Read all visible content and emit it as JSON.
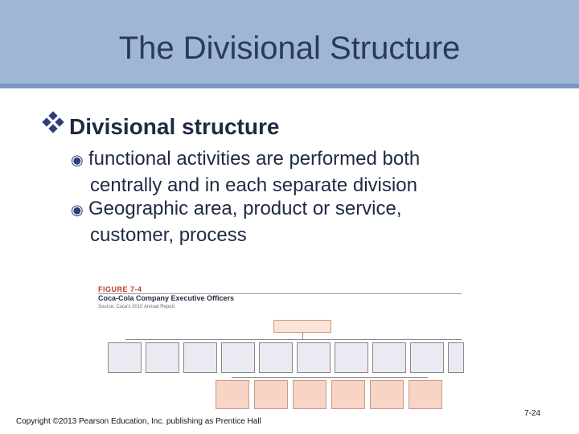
{
  "slide": {
    "title": "The Divisional Structure",
    "bullet": "Divisional structure",
    "sub_bullets": [
      {
        "line1": "functional activities are performed both",
        "line2": "centrally and in each separate division"
      },
      {
        "line1": "Geographic area, product or service,",
        "line2": "customer, process"
      }
    ]
  },
  "figure": {
    "label": "FIGURE 7-4",
    "heading": "Coca-Cola Company Executive Officers",
    "source": "Source: Coca's 2010 Annual Report"
  },
  "footer": {
    "copyright": "Copyright ©2013 Pearson Education, Inc. publishing as Prentice Hall",
    "page": "7-24"
  },
  "colors": {
    "title_band": "#9fb6d6",
    "accent": "#2f3d7a",
    "text": "#1e2a44"
  }
}
